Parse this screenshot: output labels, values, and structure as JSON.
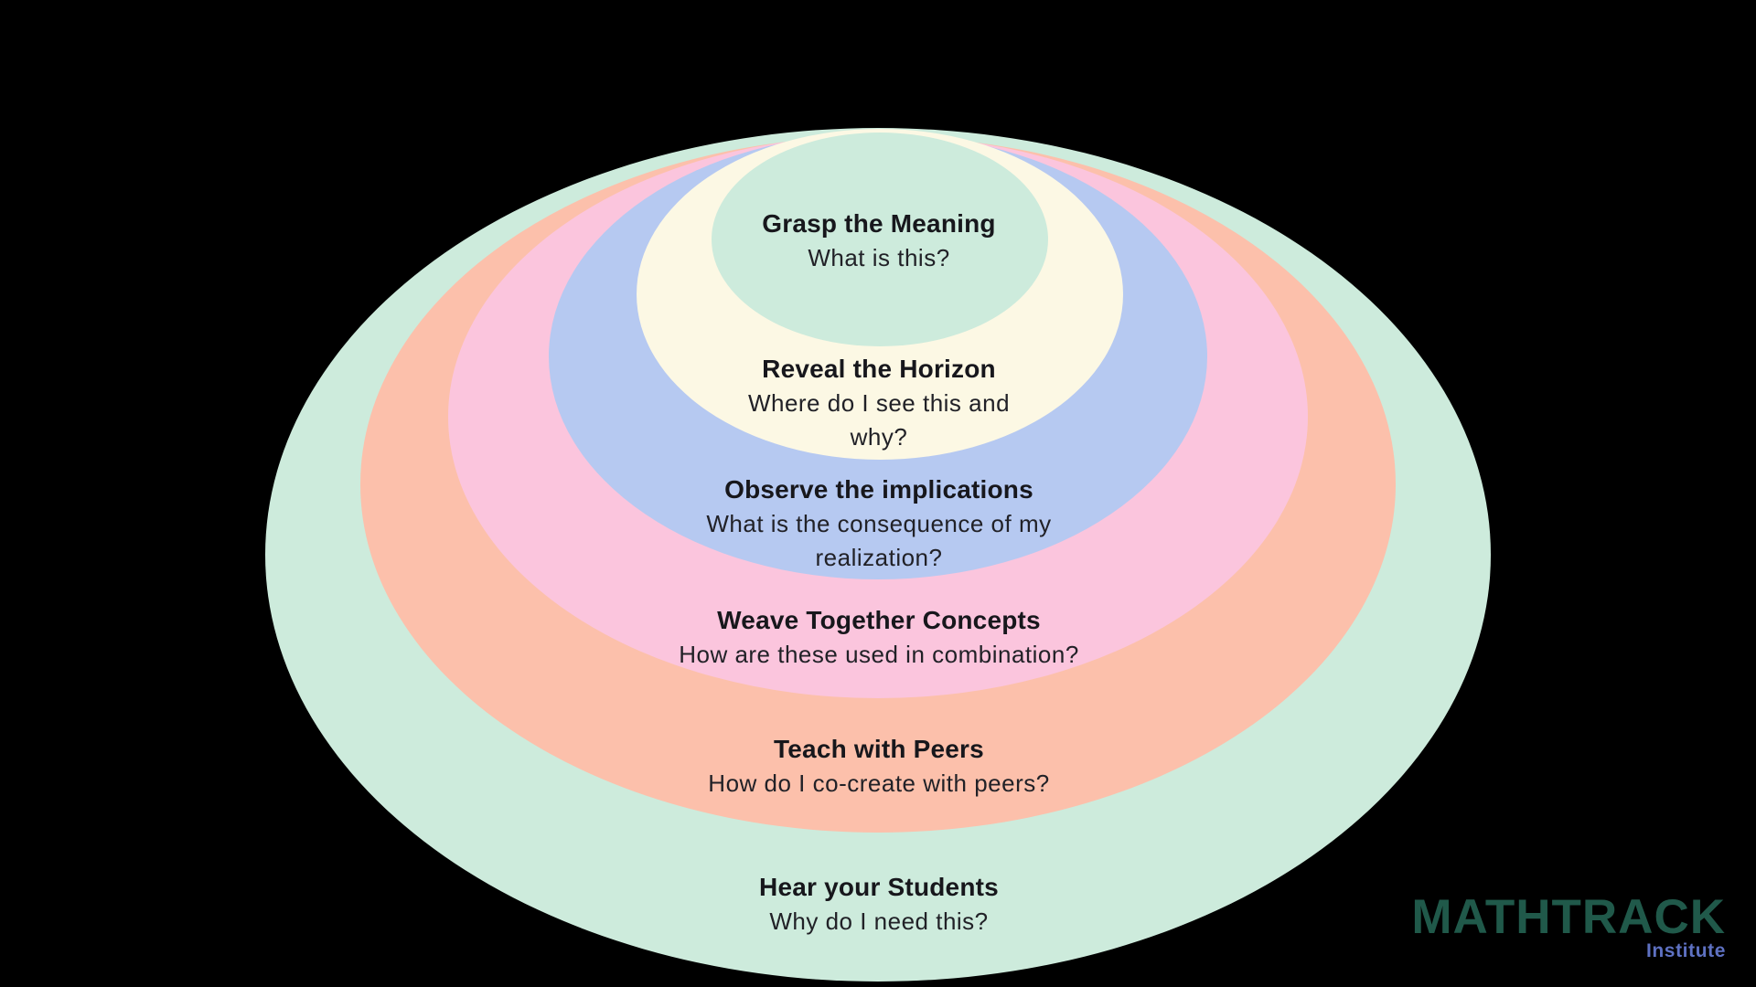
{
  "diagram": {
    "type": "nested-ellipse-levels",
    "order": "innermost-to-outermost",
    "background_color": "#000000",
    "levels": [
      {
        "label": "Grasp the Meaning",
        "question": "What is this?",
        "color": "#cdebdc"
      },
      {
        "label": "Reveal the Horizon",
        "question": "Where do I see this and\nwhy?",
        "color": "#fcf8e4"
      },
      {
        "label": "Observe the implications",
        "question": "What is the consequence of my\nrealization?",
        "color": "#b6c9f1"
      },
      {
        "label": "Weave Together Concepts",
        "question": "How are these used in combination?",
        "color": "#fbc5dd"
      },
      {
        "label": "Teach with Peers",
        "question": "How do I co-create with peers?",
        "color": "#fcc0ab"
      },
      {
        "label": "Hear your Students",
        "question": "Why do I need this?",
        "color": "#cdebdc"
      }
    ]
  },
  "logo": {
    "brand": "MATHTRACK",
    "subtitle": "Institute",
    "brand_color": "#20594a",
    "subtitle_color": "#5e71c2"
  }
}
